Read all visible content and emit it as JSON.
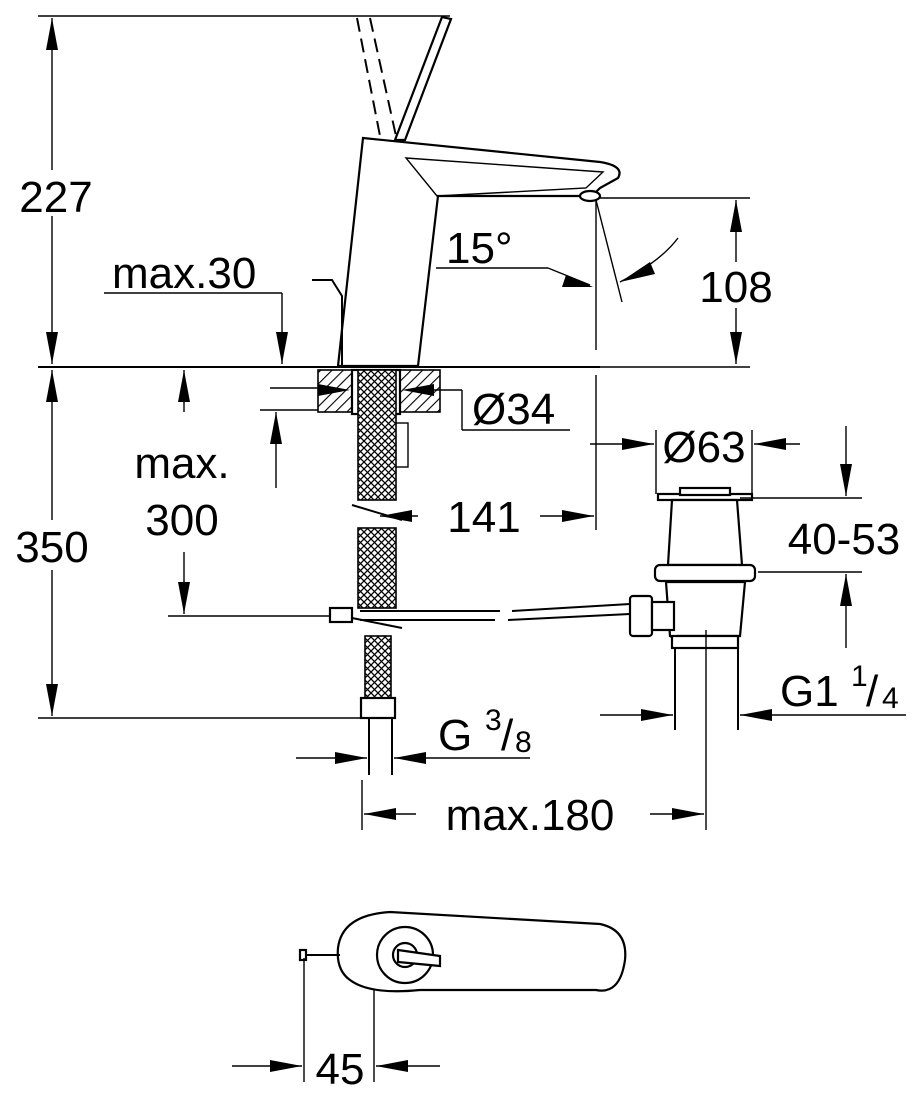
{
  "dimensions": {
    "total_height": "227",
    "max_deck": "max.30",
    "angle": "15°",
    "spout_height": "108",
    "hole_diameter": "Ø34",
    "drain_diameter": "Ø63",
    "max_label": "max.",
    "max_value": "300",
    "below_deck": "350",
    "spout_reach": "141",
    "drain_range": "40-53",
    "connection_main": "G",
    "connection_num": "3",
    "connection_den": "8",
    "waste_main": "G1",
    "waste_num": "1",
    "waste_den": "4",
    "max_spacing": "max.180",
    "lever_offset": "45"
  }
}
